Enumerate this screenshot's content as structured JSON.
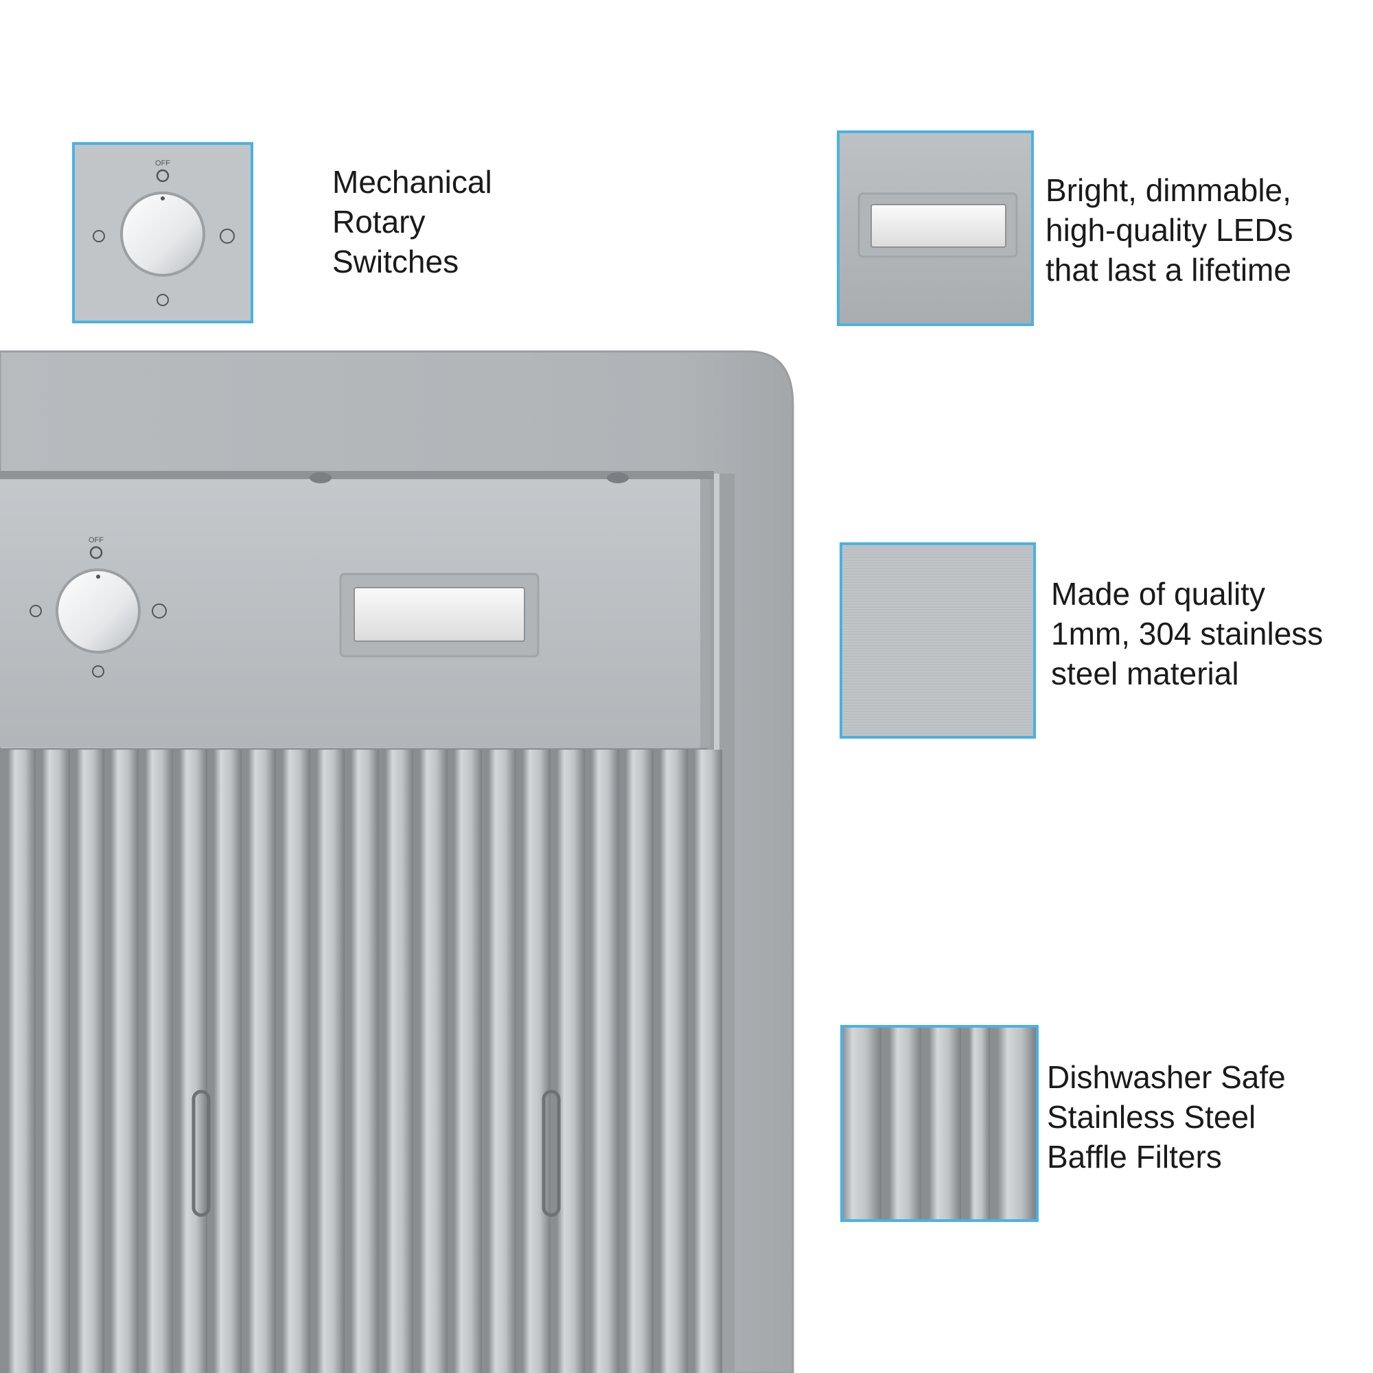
{
  "features": [
    {
      "icon": "rotary-knob-icon",
      "lines": [
        "Mechanical",
        "Rotary",
        "Switches"
      ]
    },
    {
      "icon": "led-light-icon",
      "lines": [
        "Bright, dimmable,",
        "high-quality LEDs",
        "that last a lifetime"
      ]
    },
    {
      "icon": "stainless-steel-icon",
      "lines": [
        "Made of quality",
        "1mm, 304 stainless",
        "steel material"
      ]
    },
    {
      "icon": "baffle-filter-icon",
      "lines": [
        "Dishwasher Safe",
        "Stainless Steel",
        "Baffle Filters"
      ]
    }
  ],
  "knob_labels": {
    "off": "OFF"
  },
  "colors": {
    "accent_border": "#4ab2e3",
    "steel": "#b3b7ba",
    "background": "#ffffff"
  }
}
